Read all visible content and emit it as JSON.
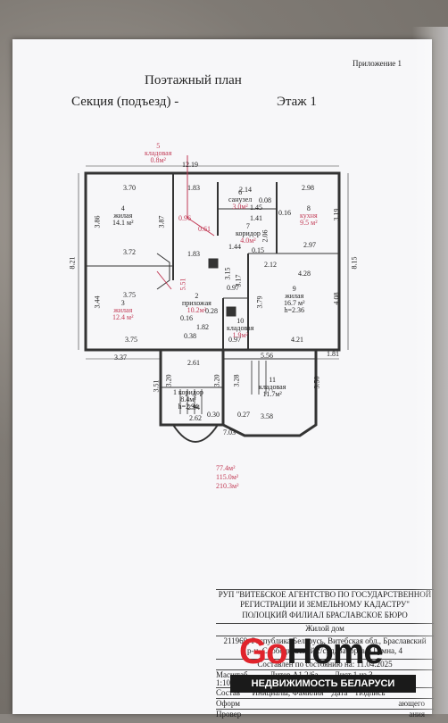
{
  "header": {
    "appendix": "Приложение 1",
    "title": "Поэтажный план",
    "section": "Секция (подъезд) -",
    "floor": "Этаж 1"
  },
  "plan": {
    "dims": [
      "12.19",
      "3.70",
      "1.83",
      "2.14",
      "2.98",
      "3.86",
      "3.87",
      "0.08",
      "1.45",
      "3.19",
      "0.16",
      "1.41",
      "2.06",
      "8.21",
      "3.72",
      "1.83",
      "1.44",
      "0.15",
      "2.97",
      "8.15",
      "2.12",
      "4.28",
      "5.51",
      "0.97",
      "3.44",
      "3.75",
      "3.15",
      "3.17",
      "3.79",
      "4.08",
      "0.28",
      "0.16",
      "1.82",
      "0.38",
      "0.97",
      "4.21",
      "3.75",
      "3.37",
      "2.61",
      "1.81",
      "5.56",
      "3.51",
      "3.20",
      "3.20",
      "3.28",
      "3.50",
      "2.94",
      "0.30",
      "0.27",
      "3.58",
      "2.62",
      "7.03",
      "0.96",
      "0.61"
    ],
    "rooms": [
      {
        "num": "5",
        "name": "кладовая",
        "area": "0.8м²"
      },
      {
        "num": "6",
        "name": "санузел",
        "area": "3.0м²"
      },
      {
        "num": "8",
        "name": "кухня",
        "area": "9.5 м²"
      },
      {
        "num": "4",
        "name": "жилая",
        "area": "14.1 м²"
      },
      {
        "num": "7",
        "name": "коридор",
        "area": "4.0м²"
      },
      {
        "num": "9",
        "name": "жилая",
        "area": "16.7 м²",
        "height": "h=2.36"
      },
      {
        "num": "3",
        "name": "жилая",
        "area": "12.4 м²"
      },
      {
        "num": "2",
        "name": "прихожая",
        "area": "10.2м²"
      },
      {
        "num": "10",
        "name": "кладовая",
        "area": "1.9м²"
      },
      {
        "num": "1",
        "name": "коридор",
        "area": "8.4м²",
        "height": "h=2.94"
      },
      {
        "num": "11",
        "name": "кладовая",
        "area": "11.7м²"
      }
    ],
    "totals": [
      "77.4м²",
      "115.0м²",
      "210.3м²"
    ]
  },
  "stamp": {
    "org1": "РУП \"ВИТЕБСКОЕ АГЕНТСТВО ПО ГОСУДАРСТВЕННОЙ",
    "org2": "РЕГИСТРАЦИИ И ЗЕМЕЛЬНОМУ КАДАСТРУ\"",
    "org3": "ПОЛОЦКИЙ ФИЛИАЛ БРАСЛАВСКОЕ БЮРО",
    "object": "Жилой дом",
    "addr1": "211969, Республика Беларусь, Витебская обл., Браславский",
    "addr2": "р-н, Слободковский с/с, д. Заборные Гумна, 4",
    "date": "Составлен по состоянию на: 11.04.2025",
    "scale": "Масштаб",
    "scale_val": "1:100",
    "liter": "Литер А1 2/6а",
    "sheet": "Лист 1 из 3",
    "r1a": "Состав",
    "r1b": "Инициалы, Фамилия",
    "r1c": "Дата",
    "r1d": "Подпись",
    "r2": "Оформ",
    "r3": "Провер",
    "r4": "ающего",
    "r5": "ания"
  },
  "watermark": {
    "go": "Go",
    "home": "Home",
    "sub": "НЕДВИЖИМОСТЬ БЕЛАРУСИ"
  }
}
